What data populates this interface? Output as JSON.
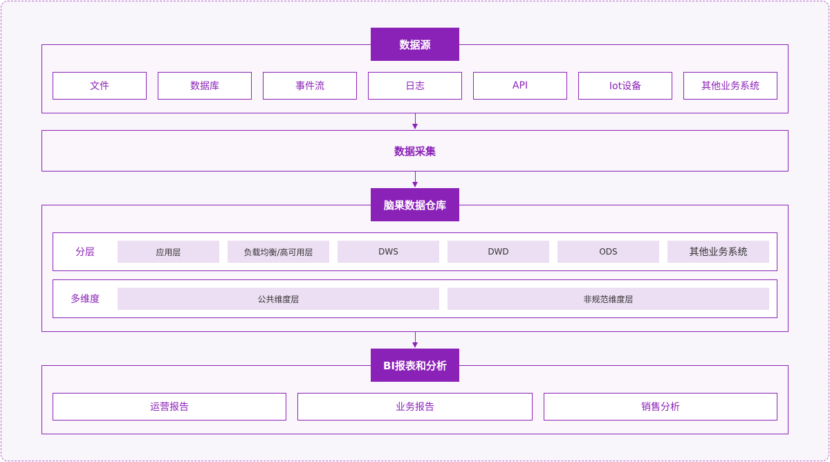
{
  "colors": {
    "accent": "#8b22b7",
    "chip_bg": "#ecdef3",
    "canvas_bg": "#f9f6fb",
    "dashed_border": "#b25fc9"
  },
  "data_source": {
    "title": "数据源",
    "items": [
      "文件",
      "数据库",
      "事件流",
      "日志",
      "API",
      "Iot设备",
      "其他业务系统"
    ]
  },
  "collection": {
    "title": "数据采集"
  },
  "warehouse": {
    "title": "脑果数据仓库",
    "layers": {
      "label": "分层",
      "items": [
        "应用层",
        "负载均衡/高可用层",
        "DWS",
        "DWD",
        "ODS",
        "其他业务系统"
      ]
    },
    "dimensions": {
      "label": "多维度",
      "items": [
        "公共维度层",
        "非规范维度层"
      ]
    }
  },
  "bi": {
    "title": "BI报表和分析",
    "items": [
      "运营报告",
      "业务报告",
      "销售分析"
    ]
  }
}
